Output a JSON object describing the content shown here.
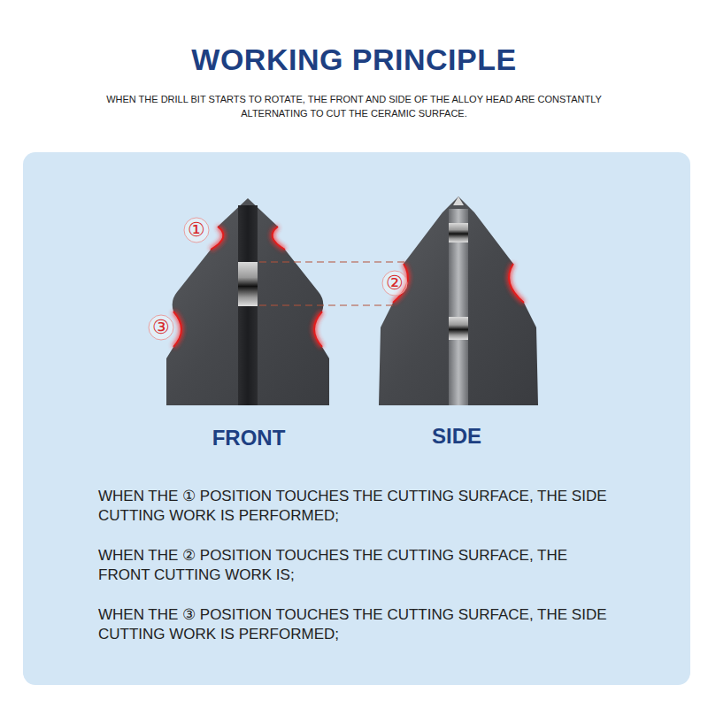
{
  "diagram": {
    "title": "WORKING PRINCIPLE",
    "labels": [
      "WHEN THE DRILL BIT STARTS TO ROTATE, THE FRONT AND SIDE OF THE ALLOY HEAD ARE CONSTANTLY ALTERNATING TO CUT THE CERAMIC SURFACE.",
      "①",
      "②",
      "③",
      "FRONT",
      "SIDE",
      "WHEN THE ① POSITION TOUCHES THE CUTTING SURFACE, THE SIDE CUTTING WORK IS PERFORMED;",
      "WHEN THE ② POSITION TOUCHES THE CUTTING SURFACE, THE FRONT CUTTING WORK IS;",
      "WHEN THE ③ POSITION TOUCHES THE CUTTING SURFACE, THE SIDE CUTTING WORK IS PERFORMED;"
    ]
  }
}
